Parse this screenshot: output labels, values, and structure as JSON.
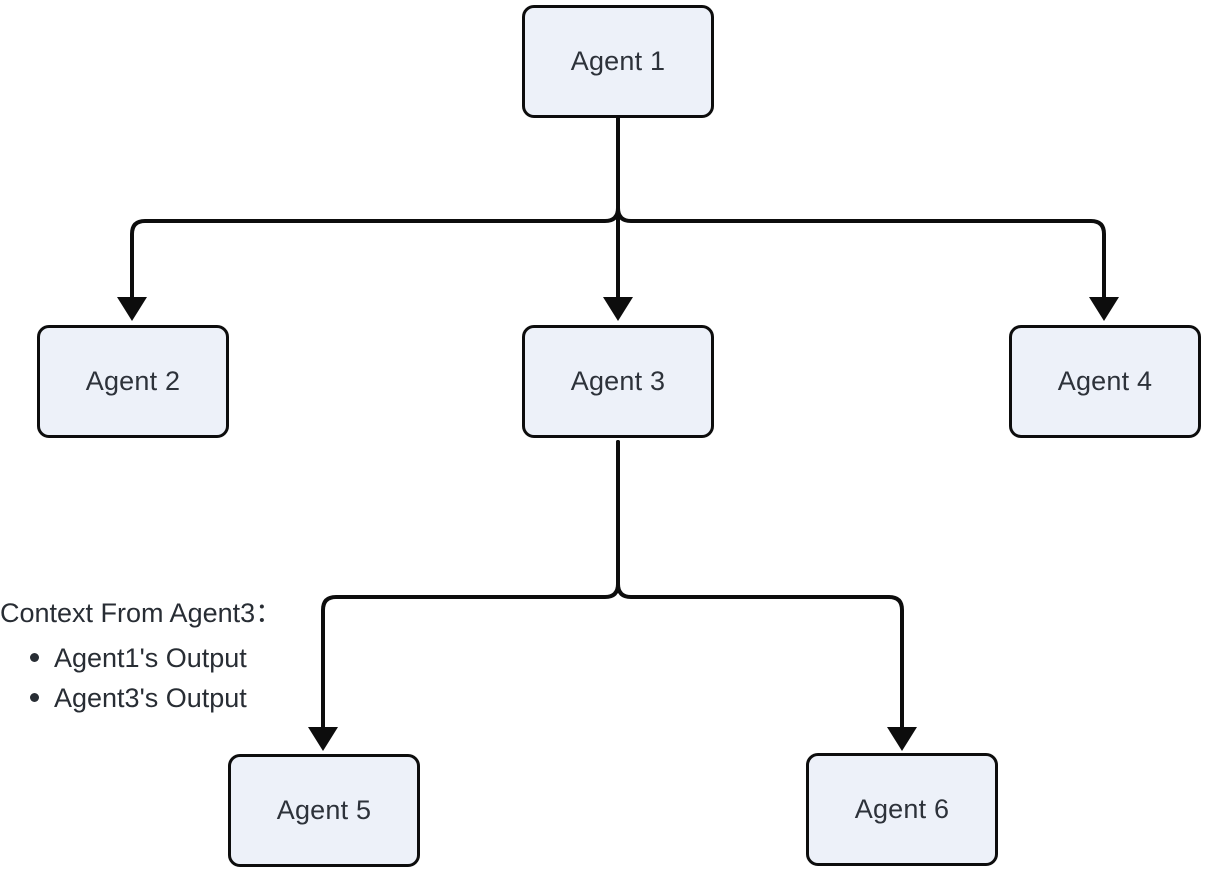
{
  "diagram": {
    "type": "flowchart",
    "orientation": "top-down",
    "background": "#ffffff",
    "nodes": [
      {
        "id": "agent1",
        "label": "Agent 1"
      },
      {
        "id": "agent2",
        "label": "Agent 2"
      },
      {
        "id": "agent3",
        "label": "Agent 3"
      },
      {
        "id": "agent4",
        "label": "Agent 4"
      },
      {
        "id": "agent5",
        "label": "Agent 5"
      },
      {
        "id": "agent6",
        "label": "Agent 6"
      }
    ],
    "edges": [
      {
        "from": "Agent 1",
        "to": "Agent 2"
      },
      {
        "from": "Agent 1",
        "to": "Agent 3"
      },
      {
        "from": "Agent 1",
        "to": "Agent 4"
      },
      {
        "from": "Agent 3",
        "to": "Agent 5"
      },
      {
        "from": "Agent 3",
        "to": "Agent 6"
      }
    ],
    "annotation": {
      "title": "Context From Agent3：",
      "items": [
        "Agent1's Output",
        "Agent3's Output"
      ]
    },
    "colors": {
      "node_fill": "#edf1f9",
      "node_border": "#0d0d0d",
      "edge": "#0d0d0d",
      "text": "#2d323a"
    }
  }
}
